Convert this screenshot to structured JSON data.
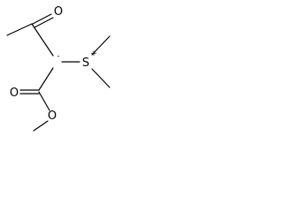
{
  "structure": {
    "atoms": {
      "ketone_oxygen": "O",
      "carbanion_charge": "-",
      "sulfur": "S",
      "sulfonium_charge": "+",
      "ester_carbonyl_oxygen": "O",
      "ester_ether_oxygen": "O"
    },
    "colors": {
      "bond": "#000000",
      "label": "#000000",
      "background": "#ffffff"
    }
  }
}
